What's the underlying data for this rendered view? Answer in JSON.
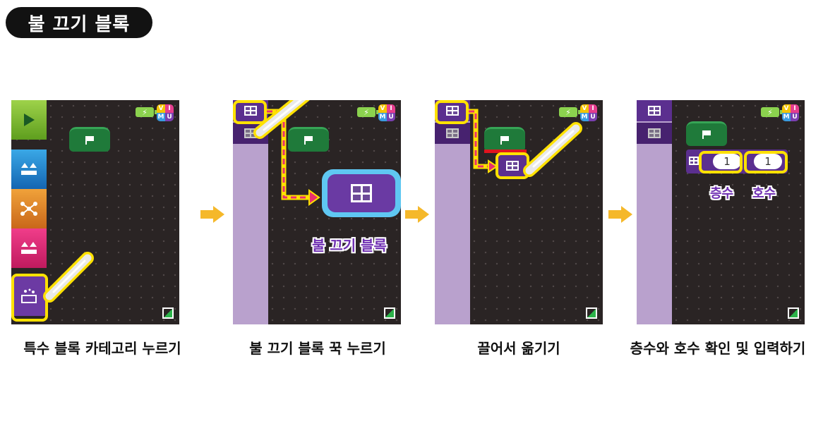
{
  "title": "불 끄기 블록",
  "steps": [
    {
      "caption": "특수 블록 카테고리 누르기"
    },
    {
      "caption": "불 끄기 블록 꾹 누르기",
      "block_label": "불 끄기 블록"
    },
    {
      "caption": "끌어서 옮기기"
    },
    {
      "caption": "층수와 호수 확인 및 입력하기",
      "floor_label": "층수",
      "room_label": "호수",
      "floor_value": "1",
      "room_value": "1"
    }
  ],
  "logo_letters": [
    "V",
    "I",
    "M",
    "U"
  ],
  "colors": {
    "highlight": "#ffe100",
    "canvas": "#2a2424",
    "palette": "#b9a1cd",
    "block_purple": "#5b2f8f",
    "start_block": "#1f7a3a",
    "arrow_orange": "#f5b82a",
    "drag_path": "#e8306f"
  },
  "icons": {
    "category_1": "play-icon",
    "category_2": "up-arrows-icon",
    "category_3": "branch-icon",
    "category_4": "down-arrows-icon",
    "category_5": "special-box-icon",
    "block": "window-icon",
    "stylus": "stylus-pen-icon"
  }
}
